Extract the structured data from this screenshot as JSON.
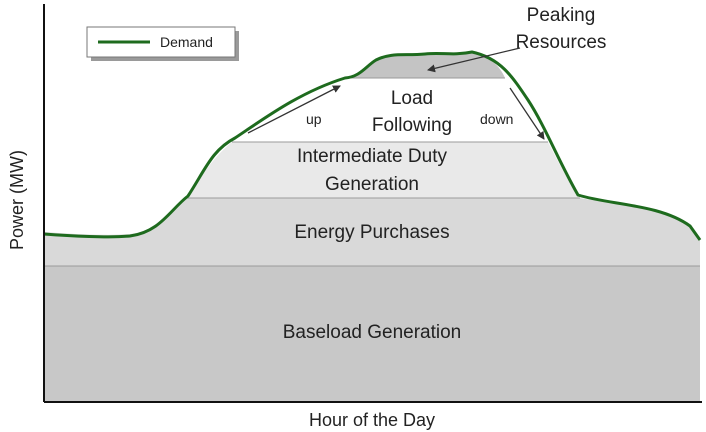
{
  "chart_data": {
    "type": "area",
    "title": "",
    "xlabel": "Hour of the Day",
    "ylabel": "Power (MW)",
    "grid": false,
    "legend": {
      "position": "top-left",
      "entries": [
        "Demand"
      ]
    },
    "series": [
      {
        "name": "Demand",
        "color": "#1e6b1e"
      }
    ],
    "bands": [
      {
        "label": "Baseload Generation",
        "color": "#c8c8c8"
      },
      {
        "label": "Energy Purchases",
        "color": "#d9d9d9"
      },
      {
        "label": "Intermediate Duty Generation",
        "label_lines": [
          "Intermediate Duty",
          "Generation"
        ],
        "color": "#e9e9e9"
      },
      {
        "label": "Load Following",
        "label_lines": [
          "Load",
          "Following"
        ],
        "color": "#ffffff"
      },
      {
        "label": "Peaking Resources",
        "label_lines": [
          "Peaking",
          "Resources"
        ],
        "color": "#c4c4c4"
      }
    ],
    "annotations": [
      {
        "text": "up"
      },
      {
        "text": "down"
      }
    ]
  }
}
